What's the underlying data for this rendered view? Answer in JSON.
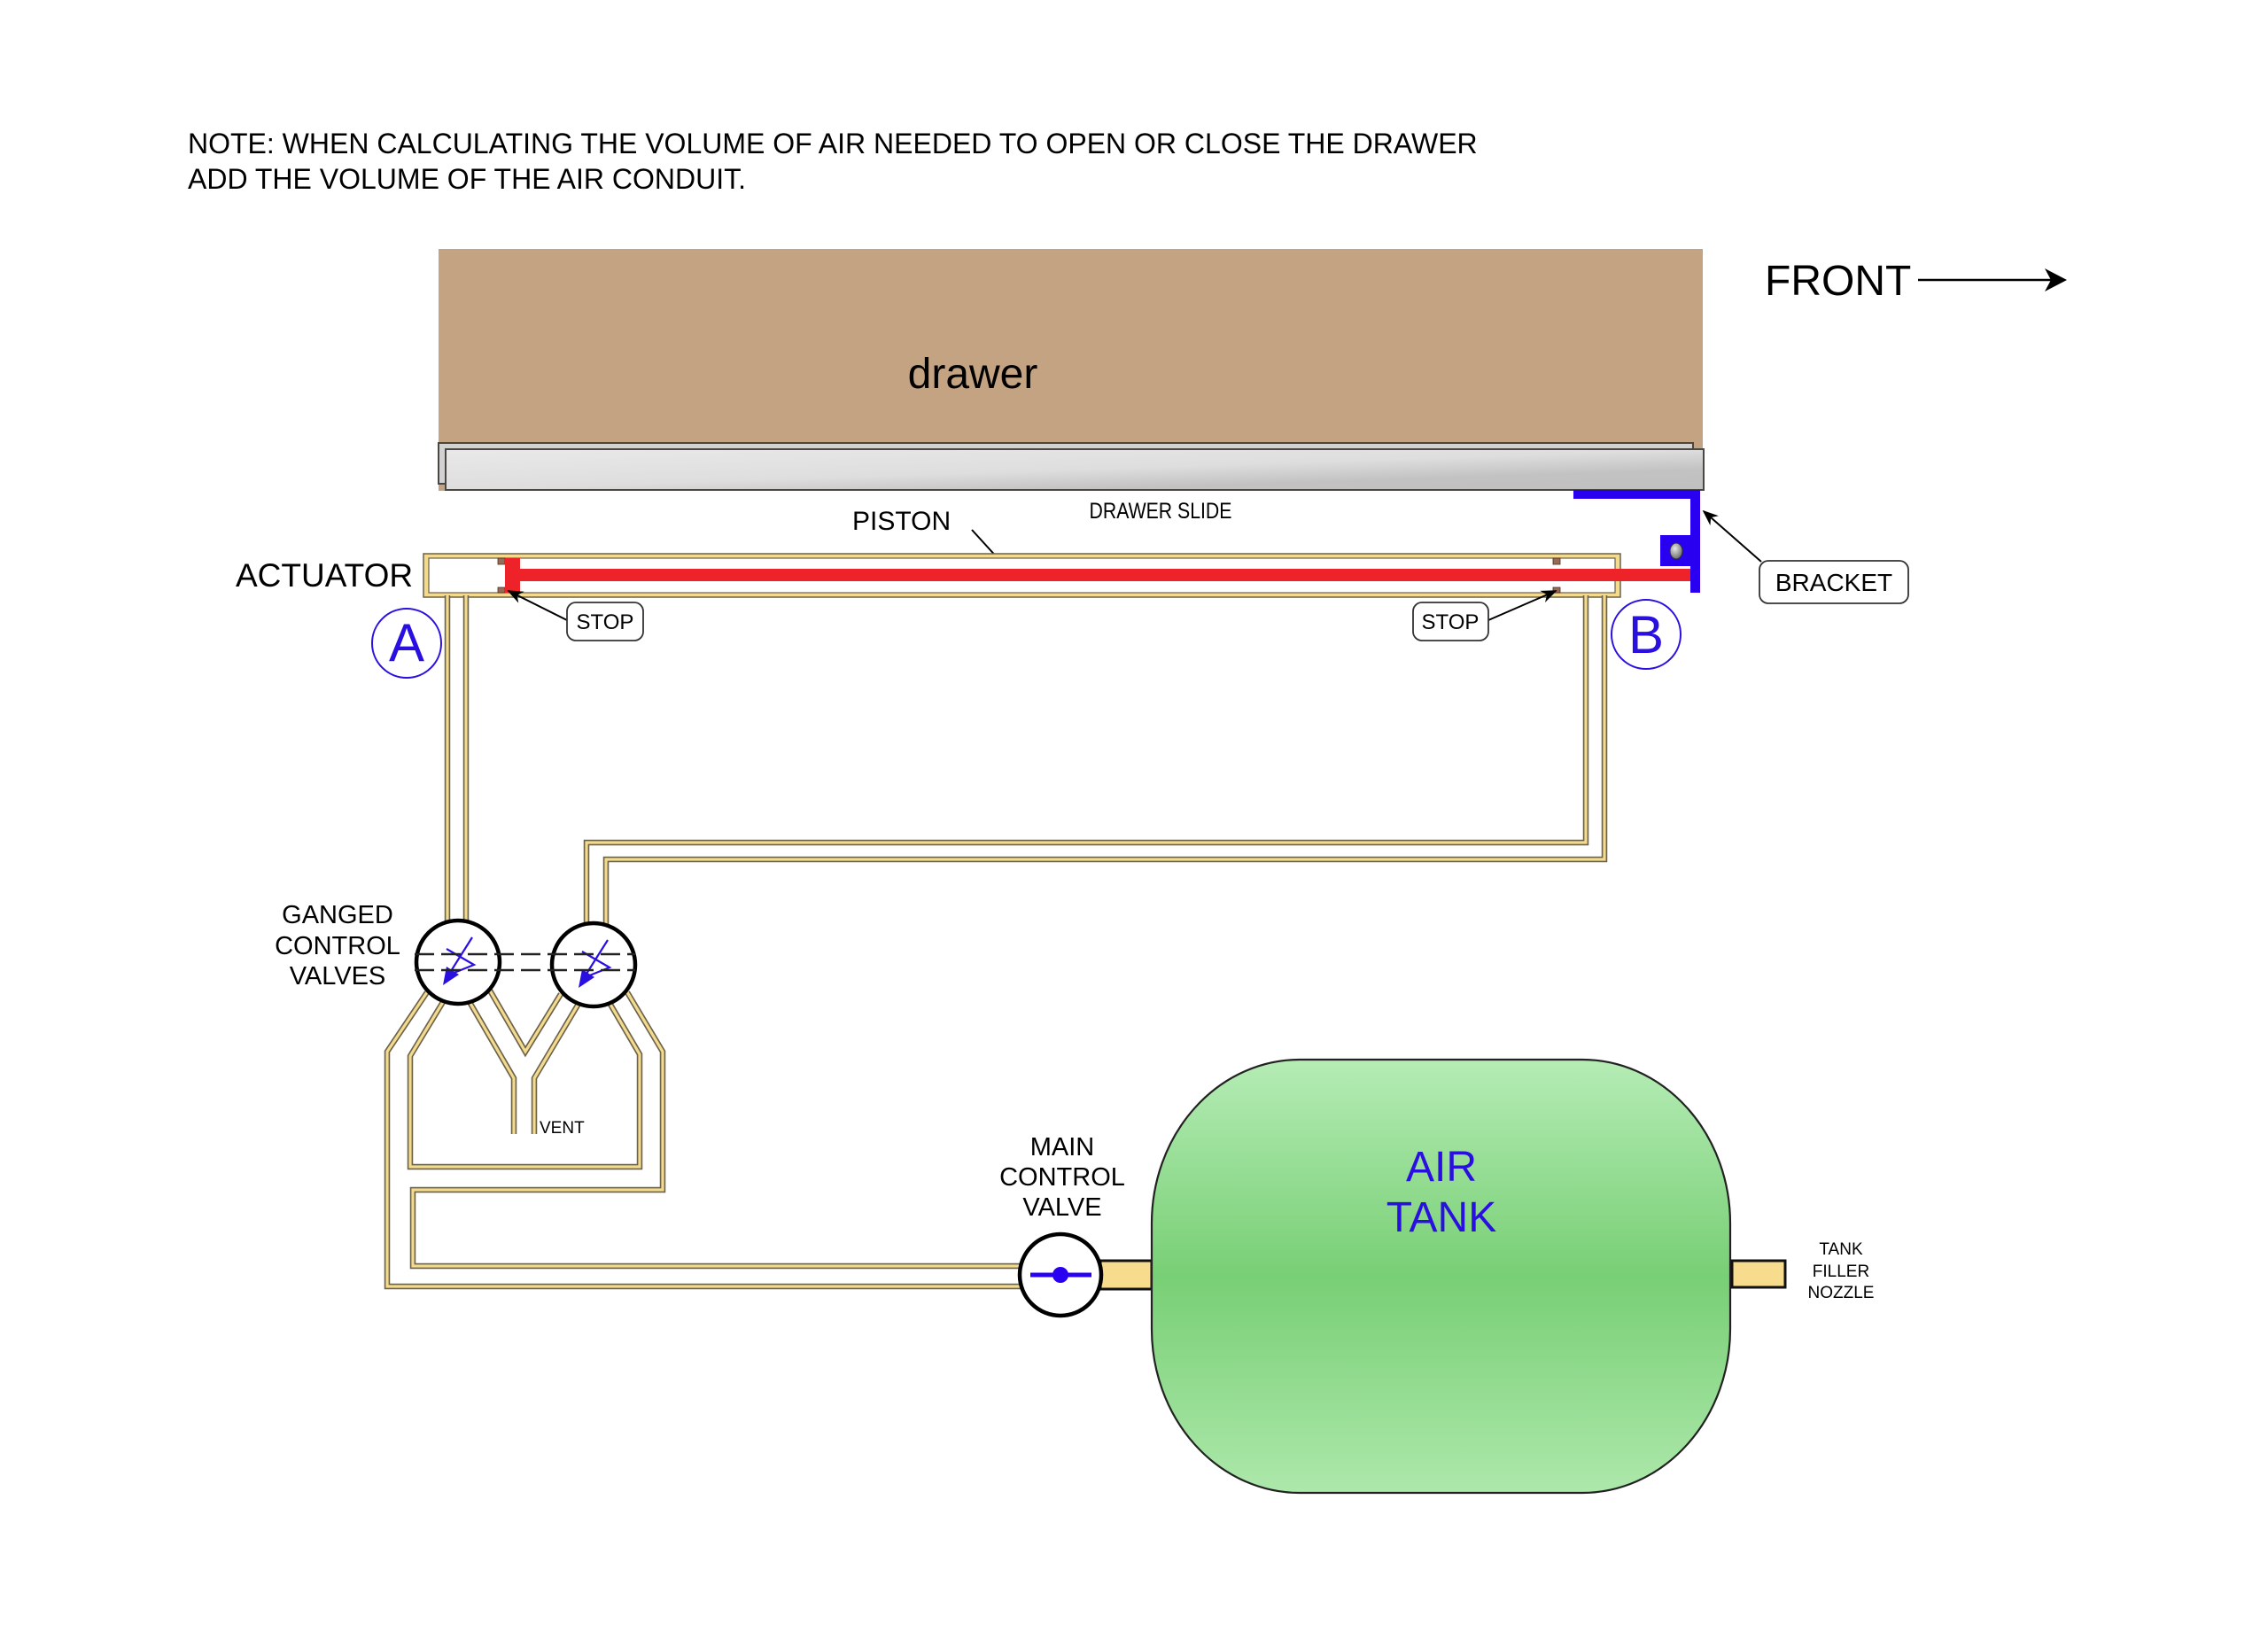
{
  "note": {
    "line1": "NOTE:  WHEN CALCULATING THE VOLUME OF AIR NEEDED TO OPEN OR CLOSE THE DRAWER",
    "line2": "ADD THE VOLUME OF THE AIR CONDUIT."
  },
  "front": {
    "label": "FRONT",
    "icon": "arrow-right-icon"
  },
  "drawer": {
    "label": "drawer",
    "slide_label": "DRAWER SLIDE"
  },
  "actuator": {
    "label": "ACTUATOR",
    "piston_label": "PISTON",
    "stop_label_left": "STOP",
    "stop_label_right": "STOP",
    "bracket_label": "BRACKET",
    "port_a": "A",
    "port_b": "B"
  },
  "ganged_valves": {
    "label_lines": [
      "GANGED",
      "CONTROL",
      "VALVES"
    ],
    "vent_label": "VENT",
    "icon": "valve-icon"
  },
  "main_valve": {
    "label_lines": [
      "MAIN",
      "CONTROL",
      "VALVE"
    ],
    "icon": "valve-handle-icon"
  },
  "tank": {
    "label_lines": [
      "AIR",
      "TANK"
    ],
    "nozzle_label_lines": [
      "TANK",
      "FILLER",
      "NOZZLE"
    ]
  },
  "colors": {
    "drawer": "#c4a383",
    "piston": "#ee2229",
    "bracket": "#2a00f0",
    "pipe": "#f3da8c",
    "tank": "#7fd27d",
    "label_blue": "#2a10e0"
  }
}
